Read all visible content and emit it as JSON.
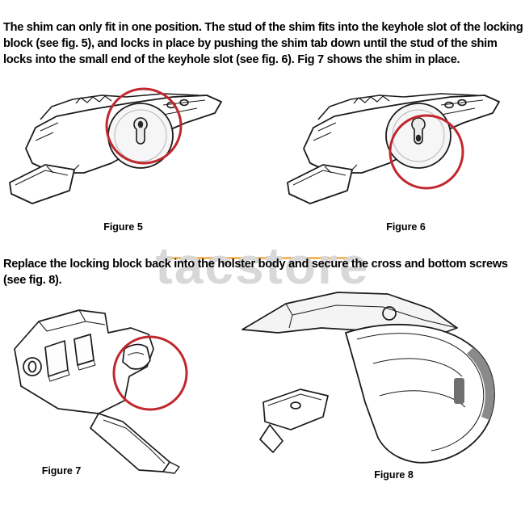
{
  "document": {
    "background": "#ffffff",
    "paragraph1": "The shim can only fit in one position. The stud of the shim fits into the keyhole slot of the locking block (see fig. 5), and locks in place by pushing the shim tab down until the stud of the shim locks into the small end of the keyhole slot (see fig. 6). Fig 7 shows the shim in place.",
    "paragraph2": "Replace the locking block back into the holster body and secure the cross and bottom screws (see fig. 8)."
  },
  "figures": {
    "fig5": {
      "caption": "Figure 5",
      "annotation": "red circle highlighting keyhole slot and shim stud on locking block"
    },
    "fig6": {
      "caption": "Figure 6",
      "annotation": "red circle highlighting stud locked in small end of keyhole slot"
    },
    "fig7": {
      "caption": "Figure 7",
      "annotation": "red circle highlighting shim in place on locking block"
    },
    "fig8": {
      "caption": "Figure 8",
      "annotation": "holster body with locking block removed"
    }
  },
  "watermark": {
    "text": "tacstore"
  },
  "colors": {
    "annotation_red": "#c1272d",
    "watermark_gray": "#d8d8d8",
    "watermark_accent": "#f0a030",
    "text": "#000000",
    "line_art": "#1b1b1b"
  }
}
